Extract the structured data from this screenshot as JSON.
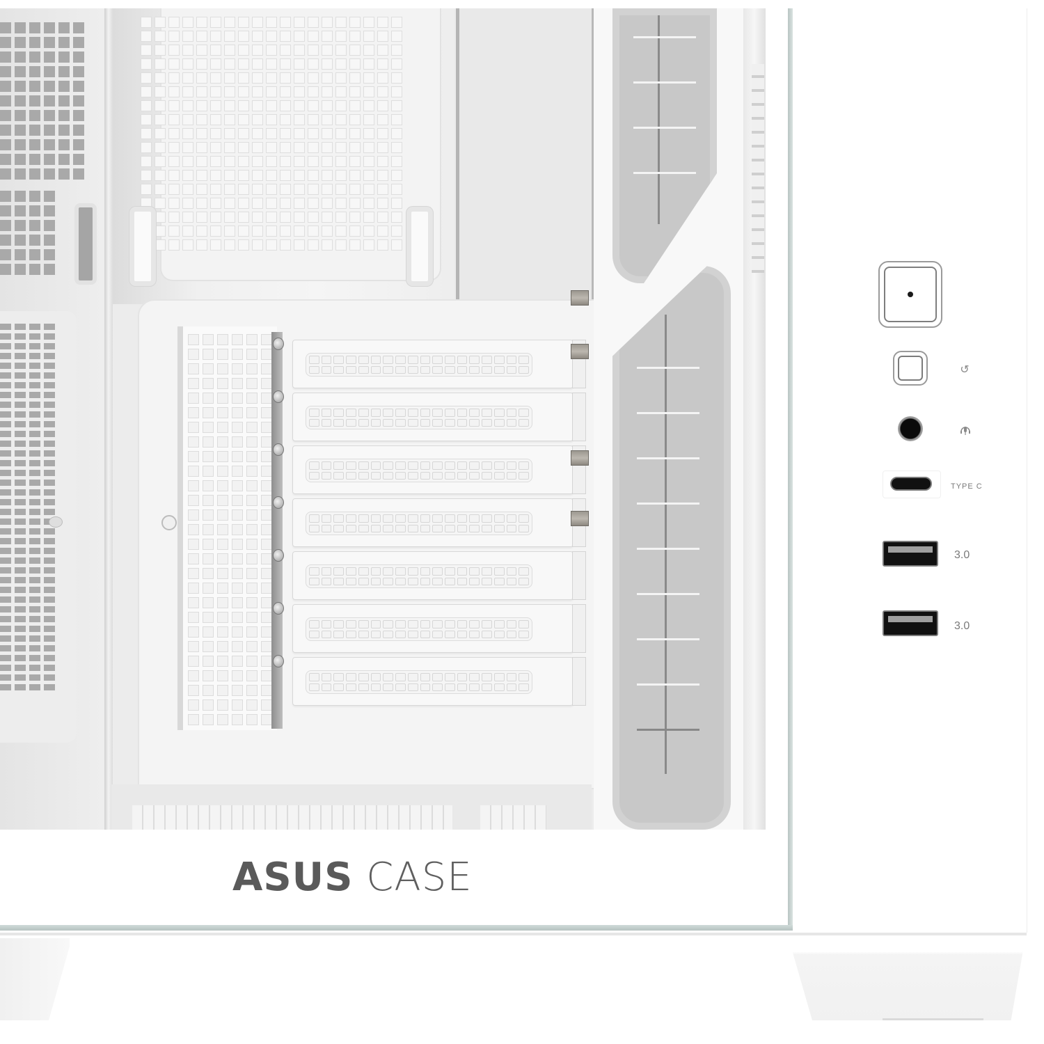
{
  "image": {
    "subject": "White PC case close-up with tempered glass side panel and front I/O",
    "brand_text_bold": "ASUS",
    "brand_text_light": "CASE"
  },
  "front_io": {
    "power_button": {
      "label": "",
      "icon": "power-led-dot"
    },
    "reset_button": {
      "icon": "reset-icon",
      "icon_glyph": "↺"
    },
    "audio_jack": {
      "icon": "headset-mic-icon",
      "icon_glyph": "🎙"
    },
    "usb_c": {
      "label": "TYPE C"
    },
    "usb_a_ports": [
      {
        "label": "3.0"
      },
      {
        "label": "3.0"
      }
    ]
  },
  "interior": {
    "pci_slots_count": 7,
    "colors": {
      "case": "#ffffff",
      "interior": "#ececec",
      "cutout": "#c8c8c8",
      "glass_edge": "#b9c5c3",
      "brand_text": "#5a5a5a",
      "port_black": "#111111"
    }
  }
}
